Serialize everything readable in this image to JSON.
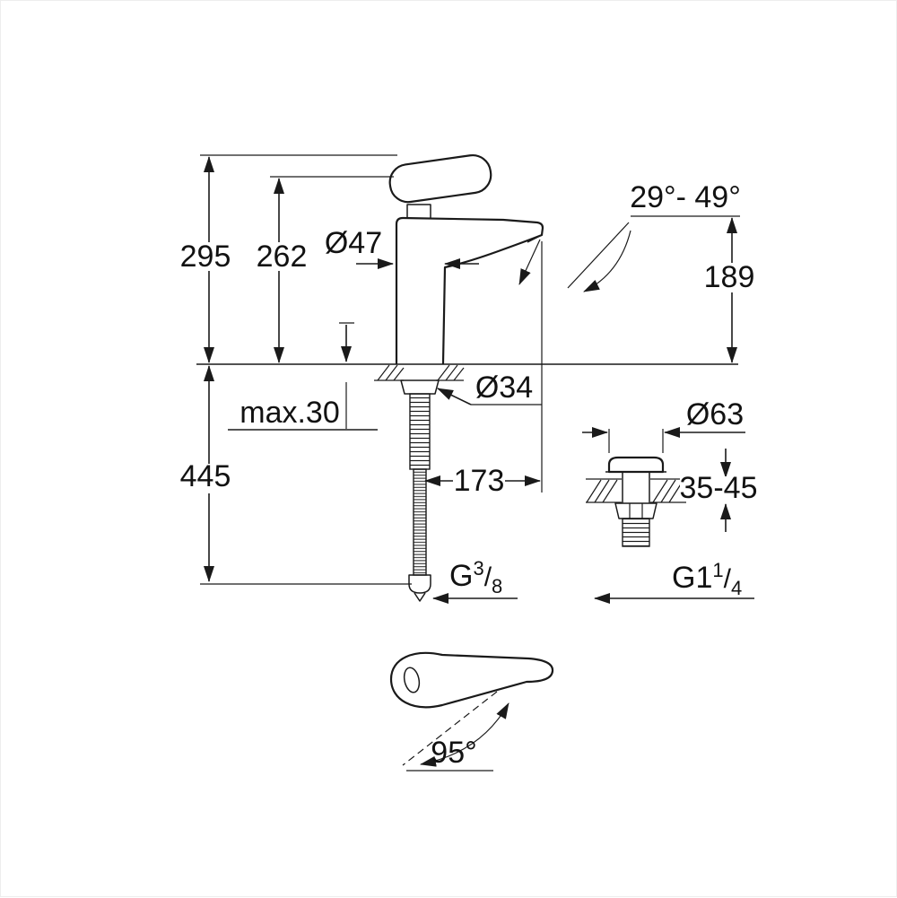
{
  "colors": {
    "background": "#ffffff",
    "line": "#1a1a1a",
    "text": "#121212"
  },
  "labels": {
    "total_height": "295",
    "body_height": "262",
    "body_diameter": "Ø47",
    "spout_angle_range": "29°- 49°",
    "spout_outlet_height": "189",
    "max_deck_thickness": "max.30",
    "hole_diameter": "Ø34",
    "supply_hose_length": "445",
    "spout_reach": "173",
    "supply_thread_prefix": "G",
    "supply_thread_numerator": "3",
    "supply_thread_slash": "/",
    "supply_thread_denominator": "8",
    "drain_flange_diameter": "Ø63",
    "drain_deck_thickness_range": "35-45",
    "drain_thread_prefix": "G1",
    "drain_thread_numerator": "1",
    "drain_thread_slash": "/",
    "drain_thread_denominator": "4",
    "handle_swivel_angle": "95°"
  }
}
